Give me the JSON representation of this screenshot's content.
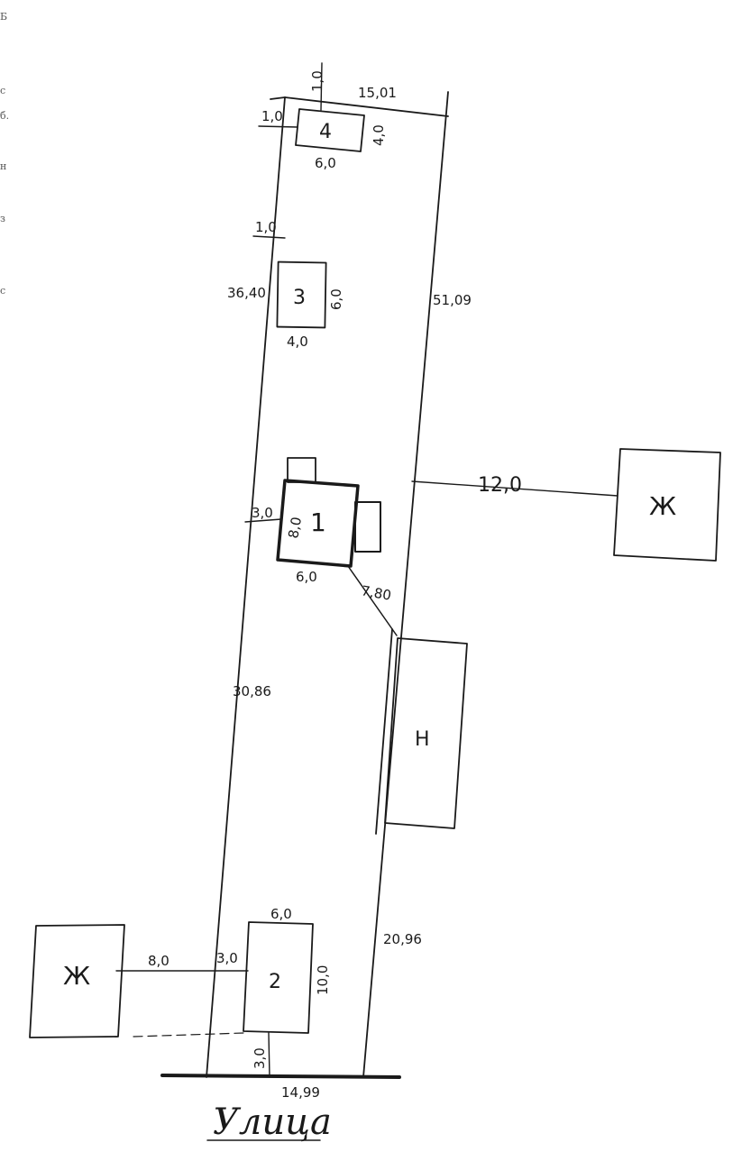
{
  "buildings": {
    "b4": {
      "number": "4",
      "width": "6,0",
      "depth": "4,0",
      "offset_side": "1,0",
      "offset_rear": "1,0"
    },
    "b3": {
      "number": "3",
      "width": "4,0",
      "depth": "6,0",
      "offset_side": "1,0"
    },
    "b1": {
      "number": "1",
      "width": "6,0",
      "depth": "8,0",
      "offset_side": "3,0"
    },
    "b2": {
      "number": "2",
      "width": "6,0",
      "depth": "10,0",
      "offset_side": "3,0",
      "offset_front": "3,0"
    },
    "n": {
      "label": "Н"
    },
    "zh_right": {
      "label": "Ж",
      "distance": "12,0"
    },
    "zh_left": {
      "label": "Ж",
      "distance": "8,0"
    }
  },
  "plot": {
    "rear": "15,01",
    "right_total": "51,09",
    "left_upper": "36,40",
    "left_lower": "30,86",
    "right_lower": "20,96",
    "front": "14,99",
    "diagonal": "7,80"
  },
  "street_label": "Улица",
  "edge_fragments": [
    "Б",
    "с",
    "б.",
    "н",
    "з",
    "с"
  ]
}
